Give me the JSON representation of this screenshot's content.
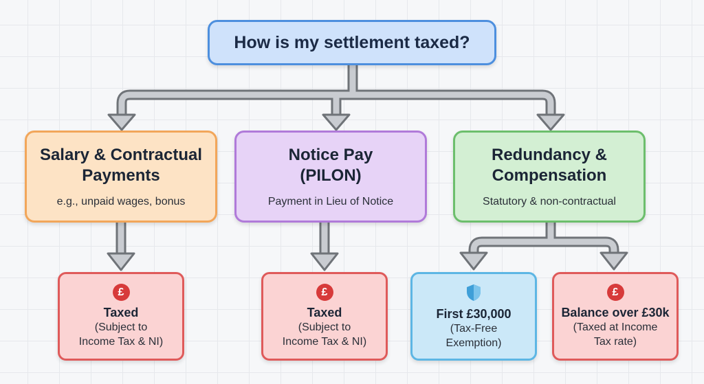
{
  "root": {
    "title": "How is my settlement taxed?"
  },
  "categories": [
    {
      "title_line1": "Salary & Contractual",
      "title_line2": "Payments",
      "subtitle": "e.g., unpaid wages, bonus"
    },
    {
      "title_line1": "Notice Pay",
      "title_line2": "(PILON)",
      "subtitle": "Payment in Lieu of Notice"
    },
    {
      "title_line1": "Redundancy &",
      "title_line2": "Compensation",
      "subtitle": "Statutory & non-contractual"
    }
  ],
  "outcomes": [
    {
      "icon": "pound-icon",
      "title": "Taxed",
      "line1": "(Subject to",
      "line2": "Income Tax & NI)"
    },
    {
      "icon": "pound-icon",
      "title": "Taxed",
      "line1": "(Subject to",
      "line2": "Income Tax & NI)"
    },
    {
      "icon": "shield-icon",
      "title": "First £30,000",
      "line1": "(Tax-Free",
      "line2": "Exemption)"
    },
    {
      "icon": "pound-icon",
      "title": "Balance over £30k",
      "line1": "(Taxed at Income",
      "line2": "Tax rate)"
    }
  ],
  "icons": {
    "pound_symbol": "£"
  },
  "colors": {
    "root_fill": "#cfe2fb",
    "root_border": "#4d8fde",
    "salary_fill": "#fde3c5",
    "salary_border": "#f2a65a",
    "notice_fill": "#e7d3f7",
    "notice_border": "#b07ad9",
    "redundancy_fill": "#d3efd3",
    "redundancy_border": "#6cbe6c",
    "taxed_fill": "#fbd3d3",
    "taxed_border": "#df5a5a",
    "exempt_fill": "#cbe8f8",
    "exempt_border": "#5db6e4",
    "connector": "#c9ccd1"
  }
}
